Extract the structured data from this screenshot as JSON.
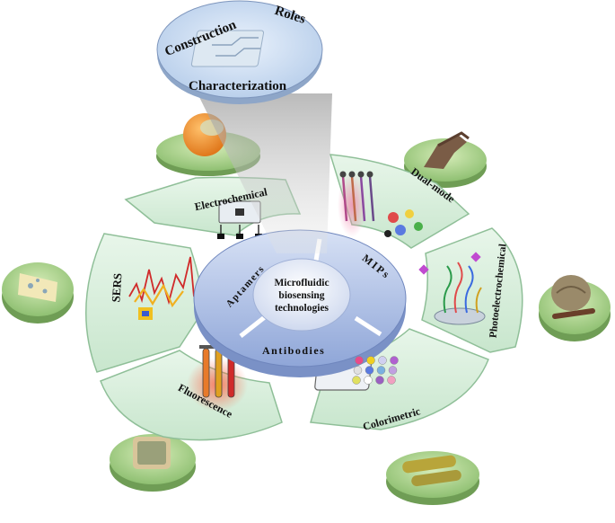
{
  "top_disc": {
    "construction": "Construction",
    "roles": "Roles",
    "characterization": "Characterization"
  },
  "center": {
    "line1": "Microfluidic",
    "line2": "biosensing",
    "line3": "technologies"
  },
  "ring": {
    "aptamers": "Aptamers",
    "mips": "MIPs",
    "antibodies": "Antibodies"
  },
  "segments": {
    "electrochemical": "Electrochemical",
    "dual_mode": "Dual-mode",
    "photoelectrochemical": "Photoelectrochemical",
    "colorimetric": "Colorimetric",
    "fluorescence": "Fluorescence",
    "sers": "SERS"
  },
  "colors": {
    "segment_fill": "#d9efdc",
    "segment_edge": "#8fbf98",
    "plate_fill": "#a9d28a",
    "ring_fill": "#b9c9ea",
    "center_fill": "#eef2fb",
    "top_disc": "#cfe0f4"
  },
  "icons": {
    "top_disc": "microfluidic-chip-icon",
    "electrochemical": "electrode-chip-icon",
    "dual_mode": "probe-array-icon",
    "photoelectrochemical": "aptamer-electrode-icon",
    "colorimetric": "well-plate-icon",
    "fluorescence": "test-tubes-icon",
    "sers": "raman-spectrum-icon"
  }
}
